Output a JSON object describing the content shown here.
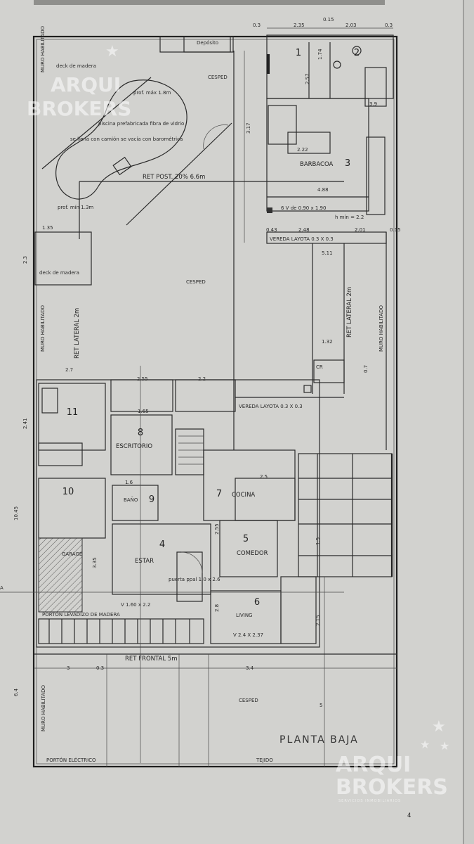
{
  "sheet": {
    "title": "PLANTA BAJA",
    "page_number": "4"
  },
  "watermark": {
    "line1": "ARQUI",
    "line2": "BROKERS",
    "tagline": "SERVICIOS INMOBILIARIOS"
  },
  "rooms": [
    {
      "num": "1",
      "label": ""
    },
    {
      "num": "2",
      "label": ""
    },
    {
      "num": "3",
      "label": "BARBACOA"
    },
    {
      "num": "4",
      "label": "ESTAR"
    },
    {
      "num": "5",
      "label": "COMEDOR"
    },
    {
      "num": "6",
      "label": "LIVING"
    },
    {
      "num": "7",
      "label": "COCINA"
    },
    {
      "num": "8",
      "label": "ESCRITORIO"
    },
    {
      "num": "9",
      "label": "BAÑO"
    },
    {
      "num": "10",
      "label": ""
    },
    {
      "num": "11",
      "label": ""
    }
  ],
  "labels": {
    "deposito": "Depósito",
    "deck": "deck de madera",
    "muro_hab": "MURO HABILITADO",
    "pool_depth_max": "prof. máx 1.8m",
    "pool_type": "piscina prefabricada fibra de vidrio",
    "pool_fill": "se llena con camión se vacía con barométrica",
    "pool_depth_min": "prof. mín 1.3m",
    "cesped": "CESPED",
    "ret_post": "RET  POST. 20% 6.6m",
    "vereda_top": "VEREDA LAYOTA 0.3 X 0.3",
    "vereda_mid": "VEREDA LAYOTA 0.3 X 0.3",
    "ret_lateral": "RET  LATERAL 2m",
    "deck2": "deck de madera",
    "garage": "GARAGE",
    "ret_frontal": "RET  FRONTAL 5m",
    "porton": "PORTÓN ELÉCTRICO",
    "tejido": "TEJIDO",
    "window_b": "6 V de 0.90 x 1.90",
    "h_min": "h mín = 2.2",
    "window_living": "V 2.4 X 2.37",
    "window_estar": "V 1.60 x 2.2",
    "puerta_entrada": "puerta ppal 1.0 x 2.6",
    "porton_garage": "PORTÓN LEVADIZO DE MADERA",
    "cr": "CR",
    "a_mark": "A"
  },
  "dimensions": {
    "top": [
      "0.3",
      "2.35",
      "0.15",
      "2.03",
      "0.3"
    ],
    "barbacoa": [
      "2.22",
      "4.88",
      "3.9",
      "3.17",
      "2.57",
      "1.74"
    ],
    "vereda_row": [
      "0.43",
      "2.48",
      "2.01",
      "0.15"
    ],
    "misc": [
      "1.35",
      "2.3",
      "5.11",
      "1.32",
      "2.7",
      "2.55",
      "2.2",
      "1.65",
      "2.41",
      "10.45",
      "2.5",
      "1.6",
      "3.35",
      "2.55",
      "2.8",
      "2.15",
      "3",
      "0.3",
      "3.4",
      "6.4",
      "5",
      "0.7",
      "1.5"
    ]
  }
}
